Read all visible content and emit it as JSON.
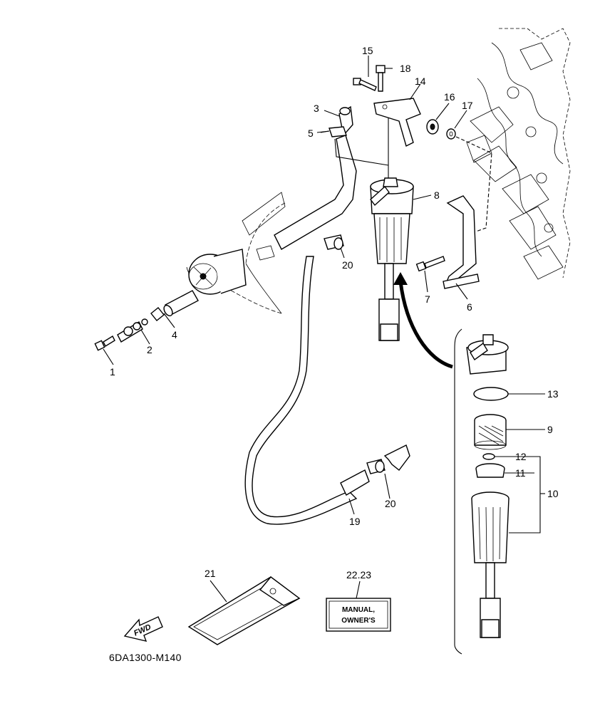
{
  "callouts": [
    {
      "id": "1",
      "text": "1"
    },
    {
      "id": "2",
      "text": "2"
    },
    {
      "id": "3",
      "text": "3"
    },
    {
      "id": "4",
      "text": "4"
    },
    {
      "id": "5",
      "text": "5"
    },
    {
      "id": "6",
      "text": "6"
    },
    {
      "id": "7",
      "text": "7"
    },
    {
      "id": "8",
      "text": "8"
    },
    {
      "id": "9",
      "text": "9"
    },
    {
      "id": "10",
      "text": "10"
    },
    {
      "id": "11",
      "text": "11"
    },
    {
      "id": "12",
      "text": "12"
    },
    {
      "id": "13",
      "text": "13"
    },
    {
      "id": "14",
      "text": "14"
    },
    {
      "id": "15",
      "text": "15"
    },
    {
      "id": "16",
      "text": "16"
    },
    {
      "id": "17",
      "text": "17"
    },
    {
      "id": "18",
      "text": "18"
    },
    {
      "id": "19",
      "text": "19"
    },
    {
      "id": "20a",
      "text": "20"
    },
    {
      "id": "20b",
      "text": "20"
    },
    {
      "id": "21",
      "text": "21"
    },
    {
      "id": "2223",
      "text": "22.23"
    }
  ],
  "manual_box": {
    "line1": "MANUAL,",
    "line2": "OWNER'S"
  },
  "fwd_label": "FWD",
  "diagram_code": "6DA1300-M140"
}
